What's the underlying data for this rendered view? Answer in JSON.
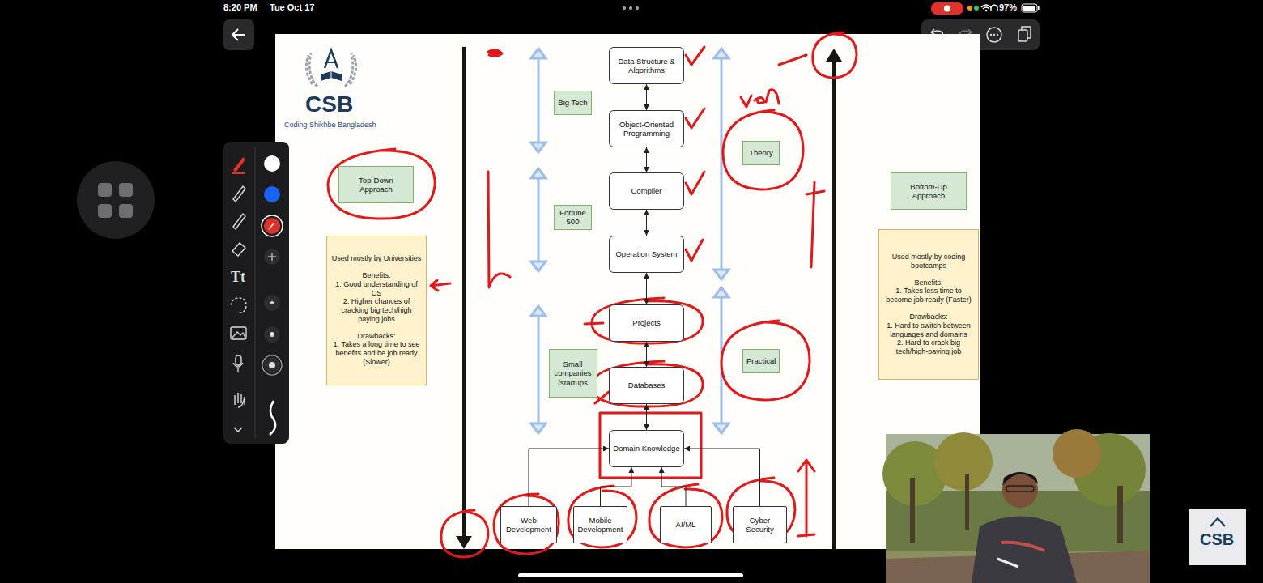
{
  "diagram": {
    "nodes": [
      {
        "text": [
          "Top-Down Approach"
        ]
      },
      {
        "text": [
          "Used mostly by Universities",
          "Benefits:",
          "1. Good understanding of CS",
          "2. Higher chances of cracking big tech/high paying jobs",
          "Drawbacks:",
          "1. Takes a long time to see benefits and be job ready (Slower)"
        ]
      },
      {
        "text": [
          "Big Tech"
        ]
      },
      {
        "text": [
          "Fortune 500"
        ]
      },
      {
        "text": [
          "Small companies /startups"
        ]
      },
      {
        "text": [
          "Data Structure & Algorithms"
        ]
      },
      {
        "text": [
          "Object-Oriented Programming"
        ]
      },
      {
        "text": [
          "Compiler"
        ]
      },
      {
        "text": [
          "Operation System"
        ]
      },
      {
        "text": [
          "Projects"
        ]
      },
      {
        "text": [
          "Databases"
        ]
      },
      {
        "text": [
          "Domain Knowledge"
        ]
      },
      {
        "text": [
          "Web Development"
        ]
      },
      {
        "text": [
          "Mobile Development"
        ]
      },
      {
        "text": [
          "AI/ML"
        ]
      },
      {
        "text": [
          "Cyber Security"
        ]
      },
      {
        "text": [
          "Theory"
        ]
      },
      {
        "text": [
          "Practical"
        ]
      },
      {
        "text": [
          "Bottom-Up Approach"
        ]
      },
      {
        "text": [
          "Used mostly by coding bootcamps",
          "Benefits:",
          "1. Takes less time to become job ready (Faster)",
          "Drawbacks:",
          "1. Hard to switch between languages and domains",
          "2. Hard to crack big tech/high-paying job"
        ]
      }
    ],
    "edges": [
      {
        "from": 5,
        "to": 6,
        "arrow": "both"
      },
      {
        "from": 6,
        "to": 7,
        "arrow": "both"
      },
      {
        "from": 7,
        "to": 8,
        "arrow": "both"
      },
      {
        "from": 8,
        "to": 9,
        "arrow": "both"
      },
      {
        "from": 9,
        "to": 10,
        "arrow": "both"
      },
      {
        "from": 10,
        "to": 11,
        "arrow": "both"
      },
      {
        "from": 12,
        "to": 11,
        "arrow": "to"
      },
      {
        "from": 13,
        "to": 11,
        "arrow": "to"
      },
      {
        "from": 14,
        "to": 11,
        "arrow": "to"
      },
      {
        "from": 15,
        "to": 11,
        "arrow": "to"
      }
    ],
    "labels": [
      "8:20 PM",
      "Tue Oct 17",
      "97%",
      "CSB",
      "Coding Shikhbe Bangladesh",
      "Tt",
      "CSB"
    ]
  }
}
